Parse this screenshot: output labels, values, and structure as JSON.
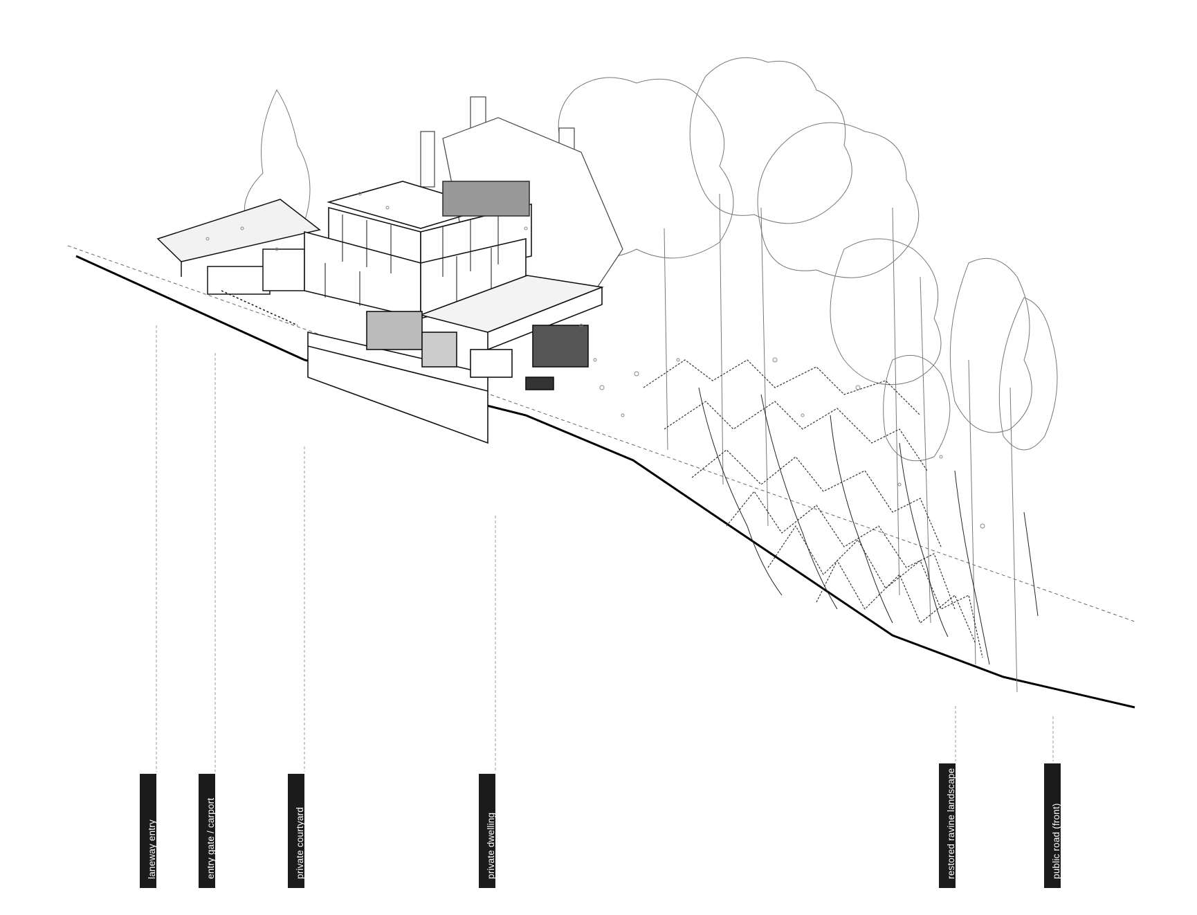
{
  "labels": [
    {
      "id": "laneway",
      "text": "laneway entry"
    },
    {
      "id": "gate",
      "text": "entry gate / carport"
    },
    {
      "id": "courtyard",
      "text": "private courtyard"
    },
    {
      "id": "dwelling",
      "text": "private dwelling"
    },
    {
      "id": "ravine",
      "text": "restored ravine landscape"
    },
    {
      "id": "road",
      "text": "public road (front)"
    }
  ]
}
